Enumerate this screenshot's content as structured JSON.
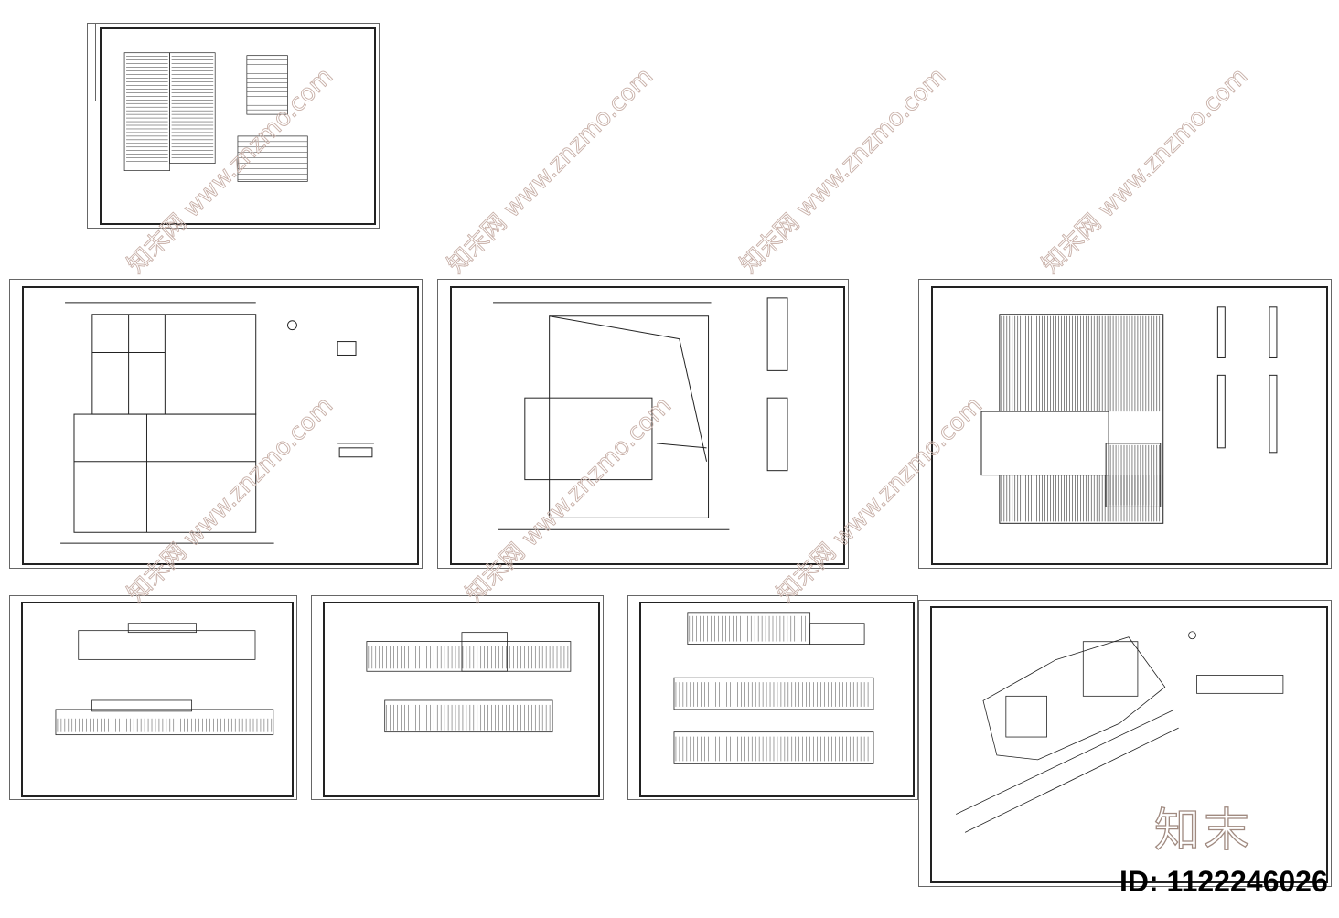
{
  "watermark": {
    "site": "www.znzmo.com",
    "brand": "知末网",
    "logo": "知末",
    "color": "#c8b0a8"
  },
  "id_label": "ID: 1122246026",
  "sheets": [
    {
      "kind": "design-notes"
    },
    {
      "kind": "floor-plan-1"
    },
    {
      "kind": "floor-plan-2"
    },
    {
      "kind": "roof-plan"
    },
    {
      "kind": "elevations-a"
    },
    {
      "kind": "elevations-b"
    },
    {
      "kind": "sections"
    },
    {
      "kind": "site-plan"
    }
  ]
}
